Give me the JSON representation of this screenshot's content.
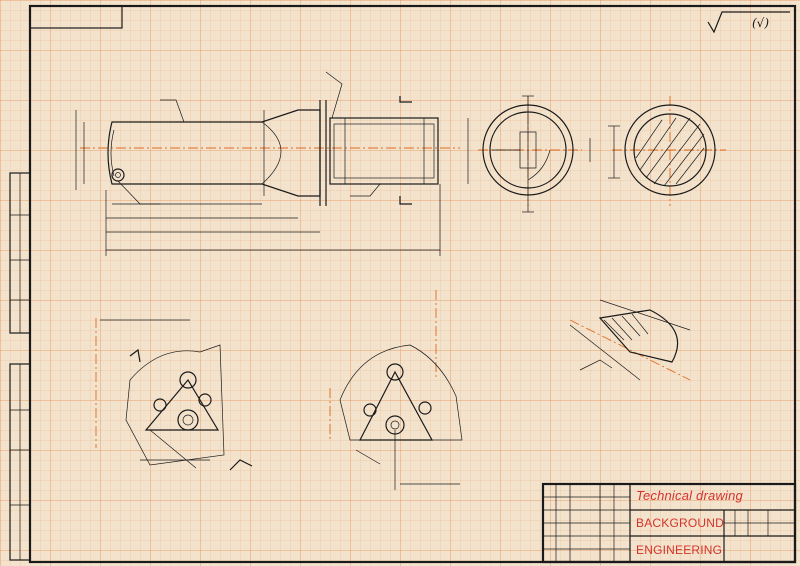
{
  "title_block": {
    "line1": "Technical drawing",
    "line2": "BACKGROUND",
    "line3": "ENGINEERING"
  },
  "roughness": {
    "symbol_note": "(√)"
  },
  "colors": {
    "paper": "#f3e3cd",
    "grid": "#e2965f",
    "line": "#1a1a1a",
    "centerline": "#e26a1f",
    "title_text": "#d6332a"
  }
}
